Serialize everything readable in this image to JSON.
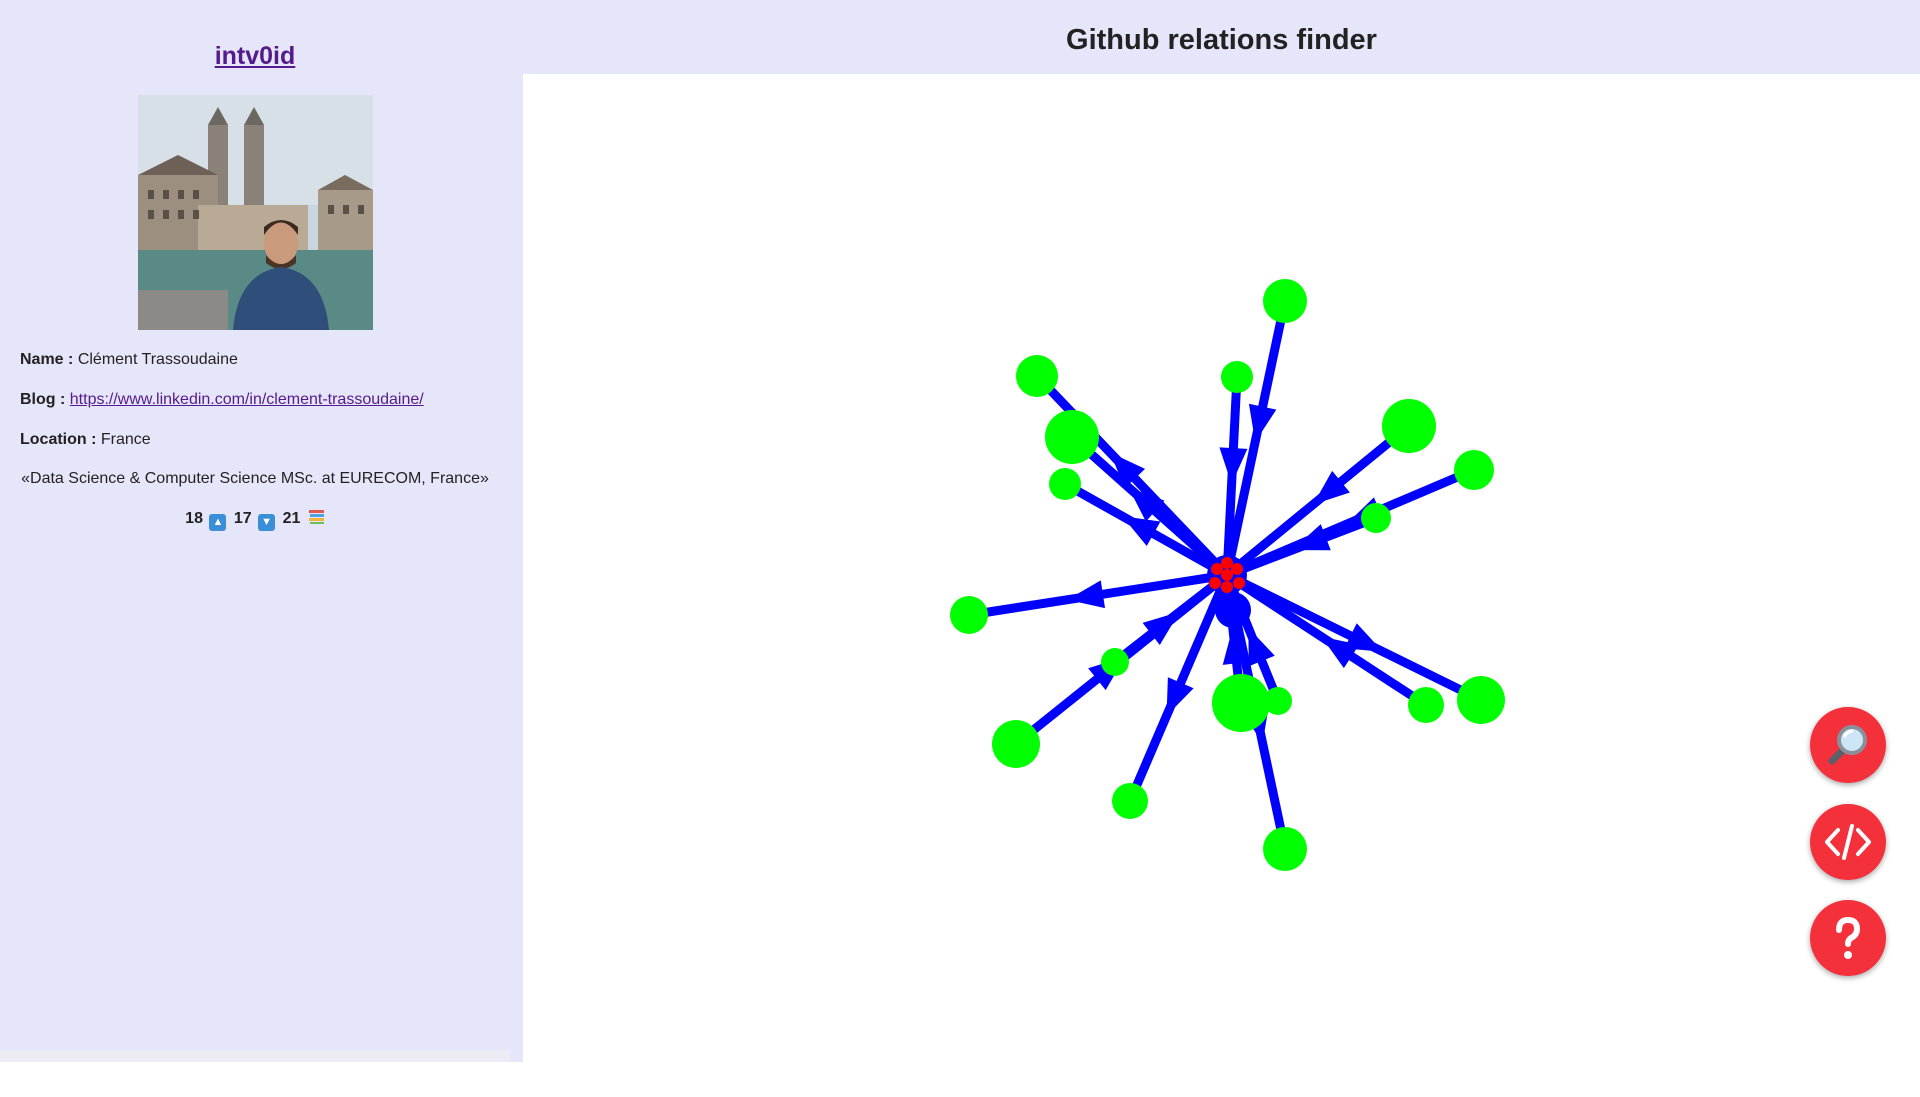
{
  "profile": {
    "username": "intv0id",
    "name_label": "Name :",
    "name_value": "Clément Trassoudaine",
    "blog_label": "Blog :",
    "blog_url": "https://www.linkedin.com/in/clement-trassoudaine/",
    "location_label": "Location :",
    "location_value": "France",
    "bio": "«Data Science & Computer Science MSc. at EURECOM, France»",
    "followers": "18",
    "following": "17",
    "repos": "21",
    "followers_icon": "up-arrow-icon",
    "following_icon": "down-arrow-icon",
    "repos_icon": "books-icon"
  },
  "header": {
    "title": "Github relations finder"
  },
  "graph": {
    "center_node_color": "#ff0000",
    "node_color": "#00ff00",
    "edge_color": "#0000ff"
  },
  "actions": [
    {
      "name": "search-button",
      "icon": "magnifying-glass-icon"
    },
    {
      "name": "source-code-button",
      "icon": "code-icon"
    },
    {
      "name": "help-button",
      "icon": "question-mark-icon"
    }
  ],
  "colors": {
    "panel_bg": "#e6e6fa",
    "link": "#551a8b",
    "fab": "#f4303b"
  }
}
